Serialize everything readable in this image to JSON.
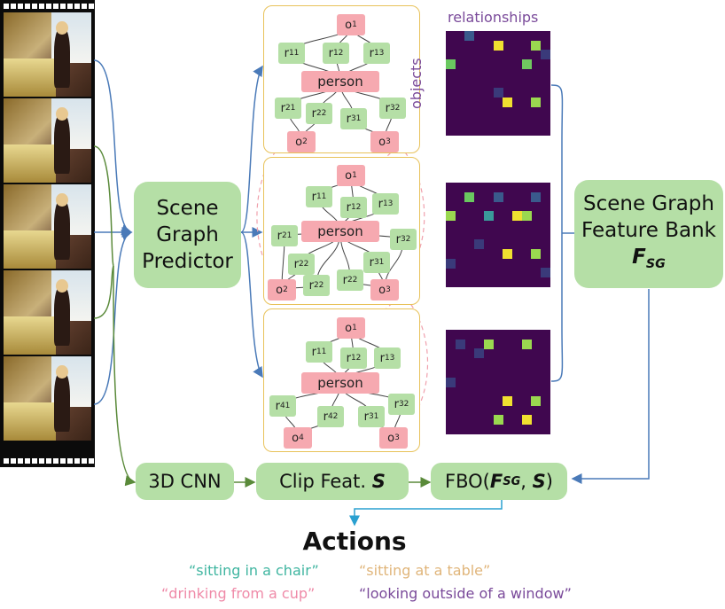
{
  "boxes": {
    "scene_graph_predictor": "Scene\nGraph\nPredictor",
    "scene_graph_feature_bank_line1": "Scene Graph",
    "scene_graph_feature_bank_line2": "Feature Bank",
    "fsg_symbol": "F",
    "fsg_sub": "SG",
    "cnn3d": "3D CNN",
    "clip_feat_prefix": "Clip Feat. ",
    "clip_feat_symbol": "S",
    "fbo_prefix": "FBO(",
    "fbo_f": "F",
    "fbo_sub": "SG",
    "fbo_sep": ", ",
    "fbo_s": "S",
    "fbo_suffix": ")"
  },
  "matrix_labels": {
    "relationships": "relationships",
    "objects": "objects"
  },
  "graphs": [
    {
      "objects": [
        [
          "o",
          "1"
        ],
        [
          "o",
          "2"
        ],
        [
          "o",
          "3"
        ]
      ],
      "person": "person",
      "relations": [
        [
          "r",
          "11"
        ],
        [
          "r",
          "12"
        ],
        [
          "r",
          "13"
        ],
        [
          "r",
          "21"
        ],
        [
          "r",
          "22"
        ],
        [
          "r",
          "31"
        ],
        [
          "r",
          "32"
        ]
      ]
    },
    {
      "objects": [
        [
          "o",
          "1"
        ],
        [
          "o",
          "2"
        ],
        [
          "o",
          "3"
        ]
      ],
      "person": "person",
      "relations": [
        [
          "r",
          "11"
        ],
        [
          "r",
          "12"
        ],
        [
          "r",
          "13"
        ],
        [
          "r",
          "21"
        ],
        [
          "r",
          "32"
        ],
        [
          "r",
          "22"
        ],
        [
          "r",
          "31"
        ],
        [
          "r",
          "22"
        ],
        [
          "r",
          "22"
        ]
      ]
    },
    {
      "objects": [
        [
          "o",
          "1"
        ],
        [
          "o",
          "4"
        ],
        [
          "o",
          "3"
        ]
      ],
      "person": "person",
      "relations": [
        [
          "r",
          "11"
        ],
        [
          "r",
          "12"
        ],
        [
          "r",
          "13"
        ],
        [
          "r",
          "41"
        ],
        [
          "r",
          "42"
        ],
        [
          "r",
          "31"
        ],
        [
          "r",
          "32"
        ]
      ]
    }
  ],
  "actions": {
    "title": "Actions",
    "items": [
      {
        "text": "“sitting in a chair”",
        "color": "#3fb5a0"
      },
      {
        "text": "“sitting at a table”",
        "color": "#e0b57a"
      },
      {
        "text": "“drinking from a cup”",
        "color": "#ef8aa8"
      },
      {
        "text": "“looking outside of a window”",
        "color": "#7a4a9a"
      }
    ]
  },
  "colors": {
    "box_green": "#b5dfa6",
    "object_pink": "#f6a9b0",
    "panel_border": "#e8c25a",
    "arrow_blue": "#4a7ab8",
    "arrow_green": "#5a8a3a",
    "arrow_cyan": "#2aa0d0",
    "matrix_bg": "#40074f",
    "label_purple": "#7a4a9a"
  }
}
